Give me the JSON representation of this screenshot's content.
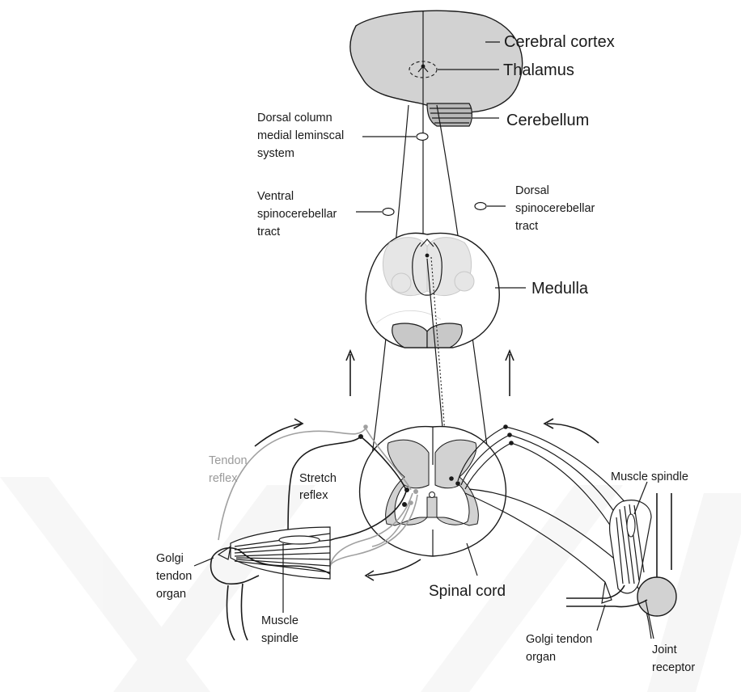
{
  "labels": {
    "cerebral_cortex": "Cerebral cortex",
    "thalamus": "Thalamus",
    "cerebellum": "Cerebellum",
    "dorsal_column_1": "Dorsal column",
    "dorsal_column_2": "medial leminscal",
    "dorsal_column_3": "system",
    "ventral_1": "Ventral",
    "ventral_2": "spinocerebellar",
    "ventral_3": "tract",
    "dorsal_spino_1": "Dorsal",
    "dorsal_spino_2": "spinocerebellar",
    "dorsal_spino_3": "tract",
    "medulla": "Medulla",
    "tendon_reflex_1": "Tendon",
    "tendon_reflex_2": "reflex",
    "stretch_reflex_1": "Stretch",
    "stretch_reflex_2": "reflex",
    "muscle_spindle_right": "Muscle spindle",
    "golgi_left_1": "Golgi",
    "golgi_left_2": "tendon",
    "golgi_left_3": "organ",
    "muscle_spindle_left_1": "Muscle",
    "muscle_spindle_left_2": "spindle",
    "spinal_cord": "Spinal cord",
    "golgi_right_1": "Golgi tendon",
    "golgi_right_2": "organ",
    "joint_receptor_1": "Joint",
    "joint_receptor_2": "receptor"
  },
  "colors": {
    "structure_fill": "#d2d2d2",
    "medulla_nuclei_fill": "#e6e6e6",
    "reflex_gray": "#9a9a9a",
    "line": "#1a1a1a"
  }
}
